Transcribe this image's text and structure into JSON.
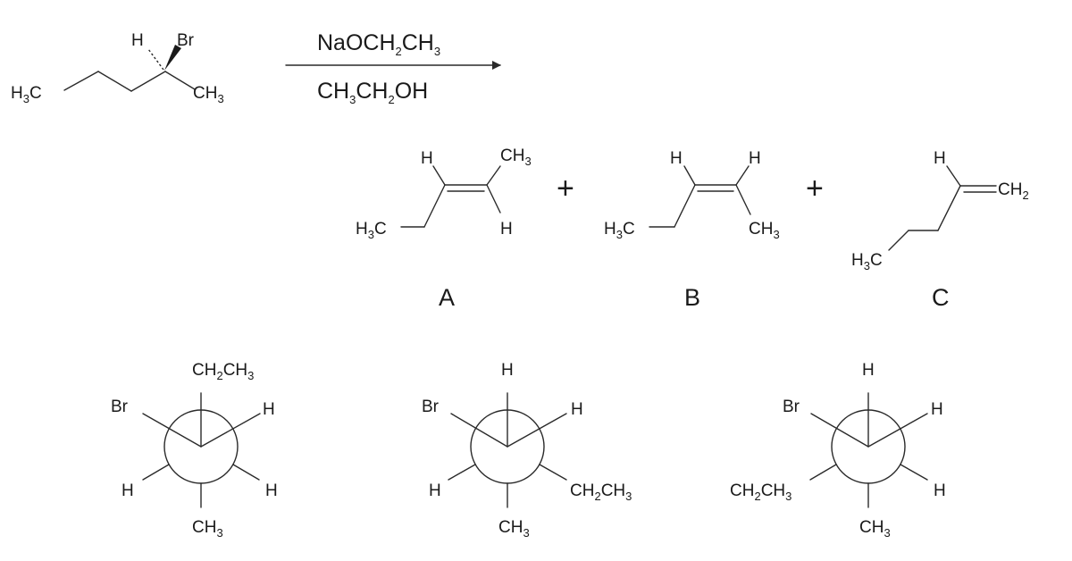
{
  "reaction": {
    "reagent_line1": [
      "NaOCH",
      "2",
      "CH",
      "3"
    ],
    "reagent_line2": [
      "CH",
      "3",
      "CH",
      "2",
      "OH"
    ]
  },
  "reactant": {
    "h": "H",
    "br": "Br",
    "left_methyl": [
      "H",
      "3",
      "C"
    ],
    "right_methyl": [
      "CH",
      "3"
    ]
  },
  "products": {
    "plus": "+",
    "A": {
      "label": "A",
      "h": "H",
      "methyl_top": [
        "CH",
        "3"
      ],
      "ethyl_methyl": [
        "H",
        "3",
        "C"
      ]
    },
    "B": {
      "label": "B",
      "h": "H",
      "methyl_bottom": [
        "CH",
        "3"
      ],
      "ethyl_methyl": [
        "H",
        "3",
        "C"
      ]
    },
    "C": {
      "label": "C",
      "h": "H",
      "methylene": [
        "CH",
        "2"
      ],
      "chain_methyl": [
        "H",
        "3",
        "C"
      ]
    }
  },
  "newman": {
    "h": "H",
    "br": "Br",
    "ethyl": [
      "CH",
      "2",
      "CH",
      "3"
    ],
    "methyl": [
      "CH",
      "3"
    ]
  },
  "colors": {
    "ink": "#1a1a1a",
    "background": "#ffffff"
  }
}
